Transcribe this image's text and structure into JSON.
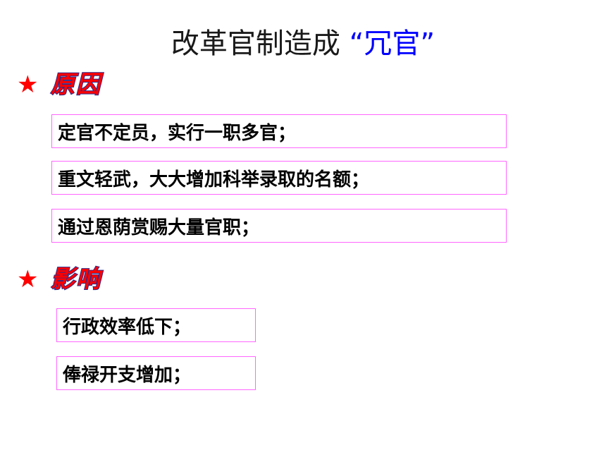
{
  "title": {
    "main": "改革官制造成",
    "quoted": "“冗官”"
  },
  "sections": [
    {
      "heading": "原因",
      "items": [
        "定官不定员，实行一职多官；",
        "重文轻武，大大增加科举录取的名额；",
        "通过恩荫赏赐大量官职；"
      ]
    },
    {
      "heading": "影响",
      "items": [
        "行政效率低下；",
        "俸禄开支增加；"
      ]
    }
  ],
  "icons": {
    "bullet": "star-icon",
    "bullet_glyph": "★"
  },
  "colors": {
    "heading": "#ff0000",
    "quote": "#0000ff",
    "box_border": "#ff66ff",
    "star": "#ff0000"
  }
}
